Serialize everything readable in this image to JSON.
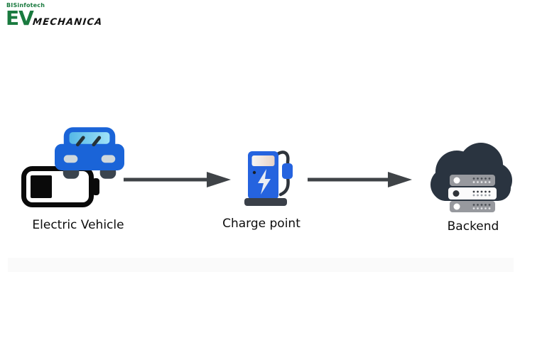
{
  "logo": {
    "publisher": "BISinfotech",
    "brand": "EV",
    "brand_suffix": "MECHANICA",
    "brand_color": "#1a7a3f",
    "suffix_color": "#121212"
  },
  "flow": {
    "nodes": [
      {
        "id": "electric-vehicle",
        "label": "Electric Vehicle",
        "icon": "ev-car-with-battery-icon"
      },
      {
        "id": "charge-point",
        "label": "Charge point",
        "icon": "charging-station-icon"
      },
      {
        "id": "backend",
        "label": "Backend",
        "icon": "cloud-server-icon"
      }
    ],
    "connectors": [
      {
        "from": "electric-vehicle",
        "to": "charge-point",
        "type": "arrow-right"
      },
      {
        "from": "charge-point",
        "to": "backend",
        "type": "arrow-right"
      }
    ],
    "arrow_color": "#3f4347"
  },
  "colors": {
    "car_blue": "#1a64d8",
    "windshield_left": "#55b8e6",
    "windshield_right": "#9fe2f8",
    "headlight_gray": "#cfd8dc",
    "wheel_dark": "#3a444e",
    "battery_black": "#0a0a0a",
    "charger_blue": "#2563df",
    "charger_base": "#3a4049",
    "bolt_white": "#e9edf4",
    "cloud_dark": "#2a3440",
    "server_gray": "#97999e",
    "server_white": "#fbfbfb",
    "background": "#ffffff",
    "footer_bar": "#fafafa"
  }
}
